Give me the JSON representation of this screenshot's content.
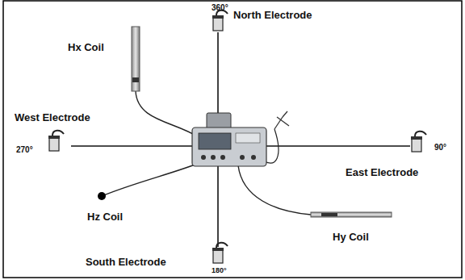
{
  "diagram": {
    "labels": [
      "360°",
      "North Electrode",
      "Hx Coil",
      "West Electrode",
      "270°",
      "90°",
      "East Electrode",
      "Hz Coil",
      "Hy Coil",
      "South Electrode",
      "180°"
    ]
  }
}
